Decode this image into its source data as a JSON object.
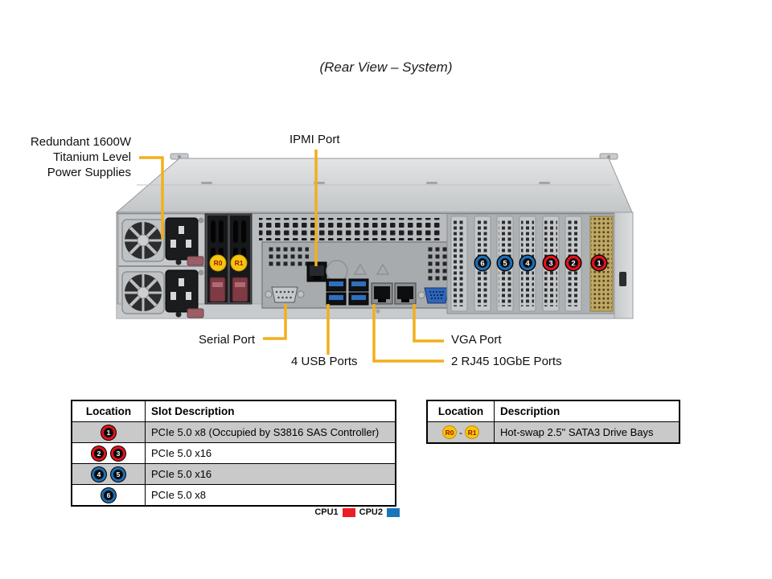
{
  "title": "(Rear View – System)",
  "colors": {
    "callout": "#F2AF1D",
    "badge_red": "#E3111C",
    "badge_blue": "#1C6FB4",
    "r_badge_bg": "#F6C60E",
    "r_badge_border": "#BF9208",
    "r_badge_text": "#9E1408",
    "row_shade": "#C9C9CA",
    "cpu1_red": "#EE1C25",
    "cpu2_blue": "#1B75BB"
  },
  "figure": {
    "callouts": {
      "psu_label": "Redundant 1600W\nTitanium Level\nPower Supplies",
      "ipmi_label": "IPMI Port",
      "serial_label": "Serial Port",
      "usb_label": "4 USB Ports",
      "vga_label": "VGA Port",
      "rj45_label": "2 RJ45 10GbE Ports"
    },
    "slot_badges": [
      {
        "num": "6",
        "color": "blue"
      },
      {
        "num": "5",
        "color": "blue"
      },
      {
        "num": "4",
        "color": "blue"
      },
      {
        "num": "3",
        "color": "red"
      },
      {
        "num": "2",
        "color": "red"
      },
      {
        "num": "1",
        "color": "red"
      }
    ],
    "drive_badges": [
      "R0",
      "R1"
    ]
  },
  "tables": {
    "slots": {
      "headers": [
        "Location",
        "Slot Description"
      ],
      "rows": [
        {
          "badges": [
            {
              "num": "1",
              "color": "red"
            }
          ],
          "desc": "PCIe 5.0 x8 (Occupied by S3816 SAS Controller)",
          "shaded": true
        },
        {
          "badges": [
            {
              "num": "2",
              "color": "red"
            },
            {
              "num": "3",
              "color": "red"
            }
          ],
          "desc": "PCIe 5.0 x16",
          "shaded": false
        },
        {
          "badges": [
            {
              "num": "4",
              "color": "blue"
            },
            {
              "num": "5",
              "color": "blue"
            }
          ],
          "desc": "PCIe 5.0 x16",
          "shaded": true
        },
        {
          "badges": [
            {
              "num": "6",
              "color": "blue"
            }
          ],
          "desc": "PCIe 5.0 x8",
          "shaded": false
        }
      ]
    },
    "drives": {
      "headers": [
        "Location",
        "Description"
      ],
      "rows": [
        {
          "badges": [
            "R0",
            "R1"
          ],
          "sep": "-",
          "desc": "Hot-swap 2.5\" SATA3 Drive Bays",
          "shaded": true
        }
      ]
    }
  },
  "legend": {
    "items": [
      {
        "label": "CPU1",
        "color": "#EE1C25"
      },
      {
        "label": "CPU2",
        "color": "#1B75BB"
      }
    ]
  }
}
